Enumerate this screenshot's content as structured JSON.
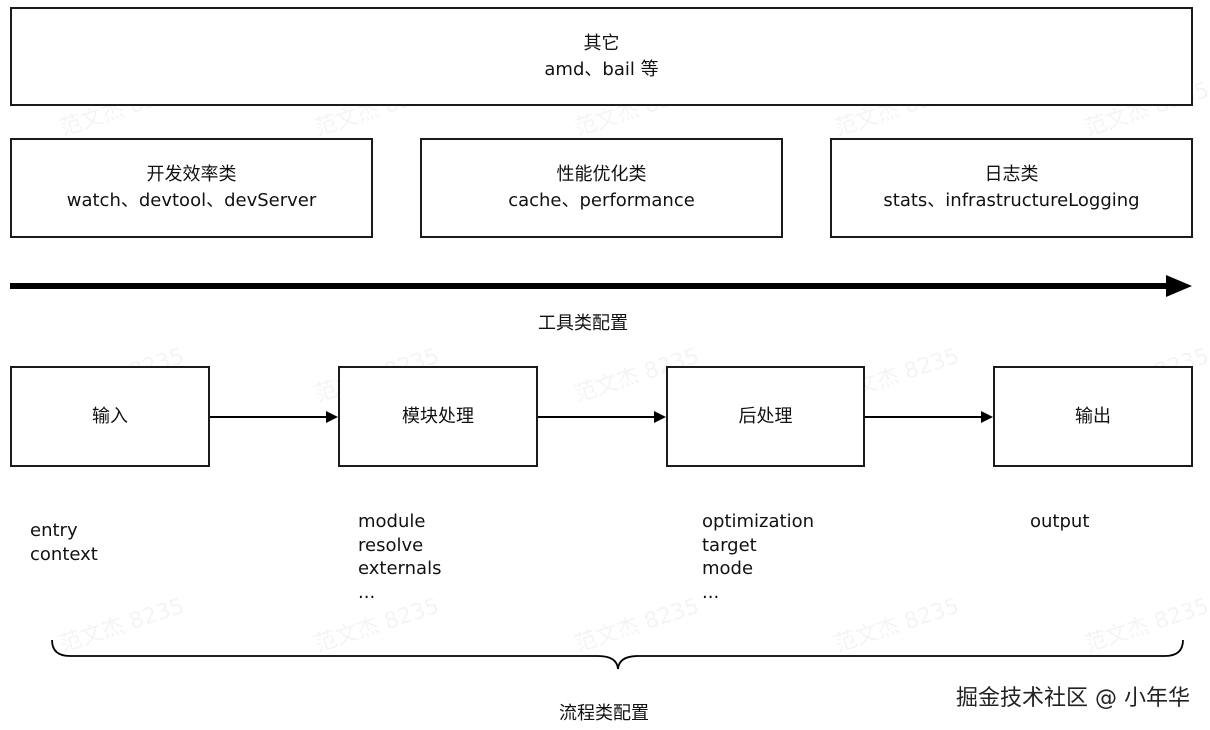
{
  "top": {
    "other": {
      "title": "其它",
      "subtitle": "amd、bail 等"
    }
  },
  "tool_boxes": [
    {
      "title": "开发效率类",
      "subtitle": "watch、devtool、devServer"
    },
    {
      "title": "性能优化类",
      "subtitle": "cache、performance"
    },
    {
      "title": "日志类",
      "subtitle": "stats、infrastructureLogging"
    }
  ],
  "tool_label": "工具类配置",
  "flow": [
    {
      "title": "输入"
    },
    {
      "title": "模块处理"
    },
    {
      "title": "后处理"
    },
    {
      "title": "输出"
    }
  ],
  "lists": {
    "input": [
      "entry",
      "context"
    ],
    "module": [
      "module",
      "resolve",
      "externals",
      "..."
    ],
    "post": [
      "optimization",
      "target",
      "mode",
      "..."
    ],
    "output": [
      "output"
    ]
  },
  "flow_label": "流程类配置",
  "watermark": "范文杰 8235",
  "brand": "掘金技术社区 @ 小年华"
}
